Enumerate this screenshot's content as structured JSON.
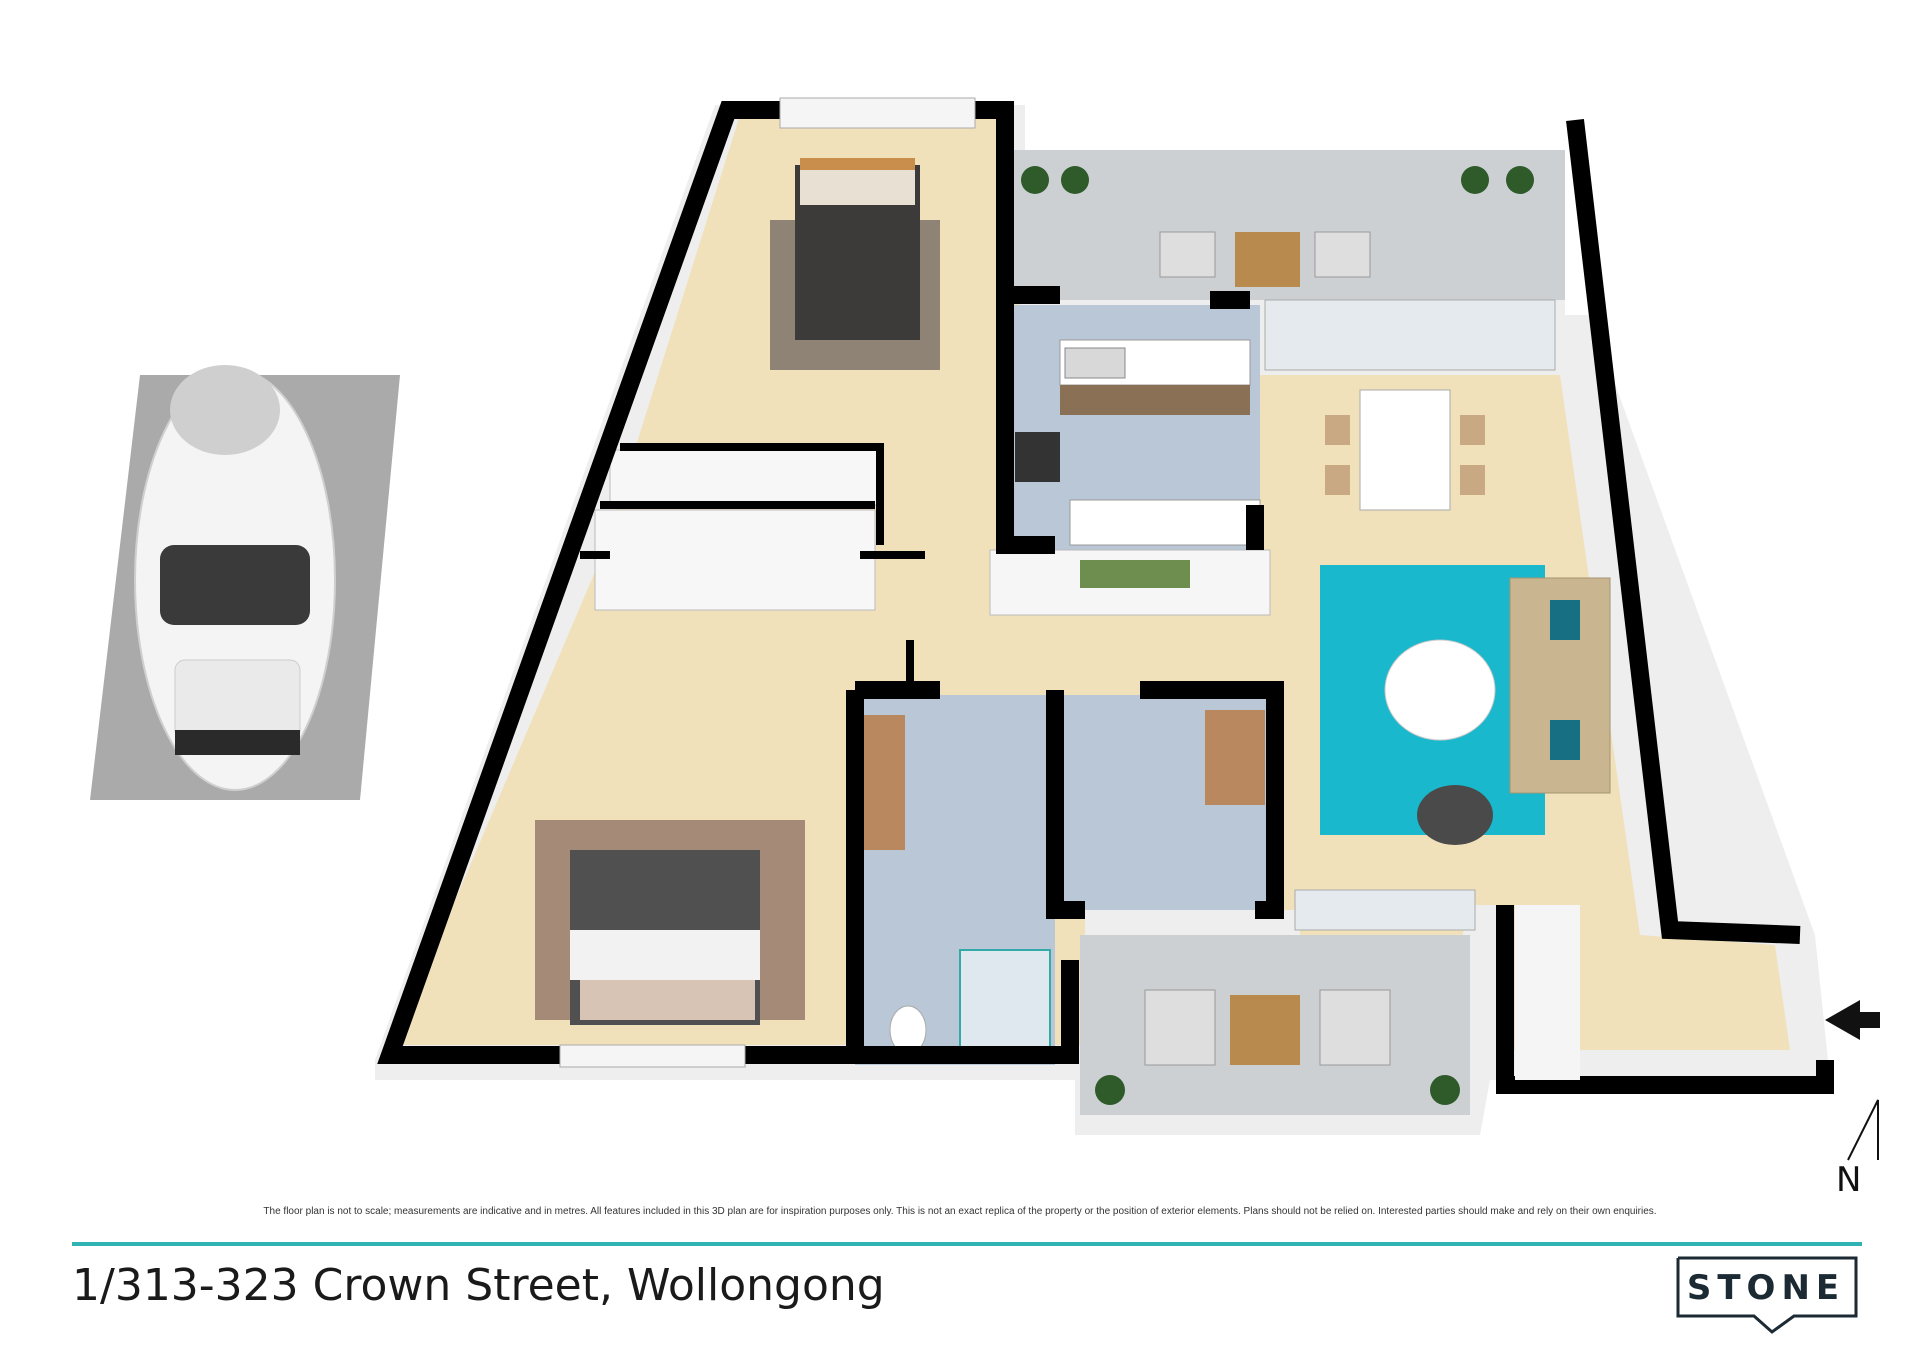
{
  "address": "1/313-323 Crown Street, Wollongong",
  "disclaimer": "The floor plan is not to scale; measurements are indicative and in metres. All features included in this 3D plan are for inspiration purposes only. This is not an exact replica of the property or the position of exterior elements. Plans should not be relied on. Interested parties should make and rely on their own enquiries.",
  "logo": {
    "text": "STONE"
  },
  "compass": {
    "label": "N"
  },
  "colors": {
    "accent_rule": "#2fb3b3",
    "wall": "#000000",
    "carpet": "#f0e1bb",
    "tile": "#bfcbd6",
    "balcony_tile": "#cdd0d3",
    "rug_living": "#19b8cc",
    "logo": "#1b2a33"
  },
  "icons": [
    "car-icon",
    "entry-arrow-icon",
    "compass-icon",
    "logo-chevron-icon"
  ]
}
